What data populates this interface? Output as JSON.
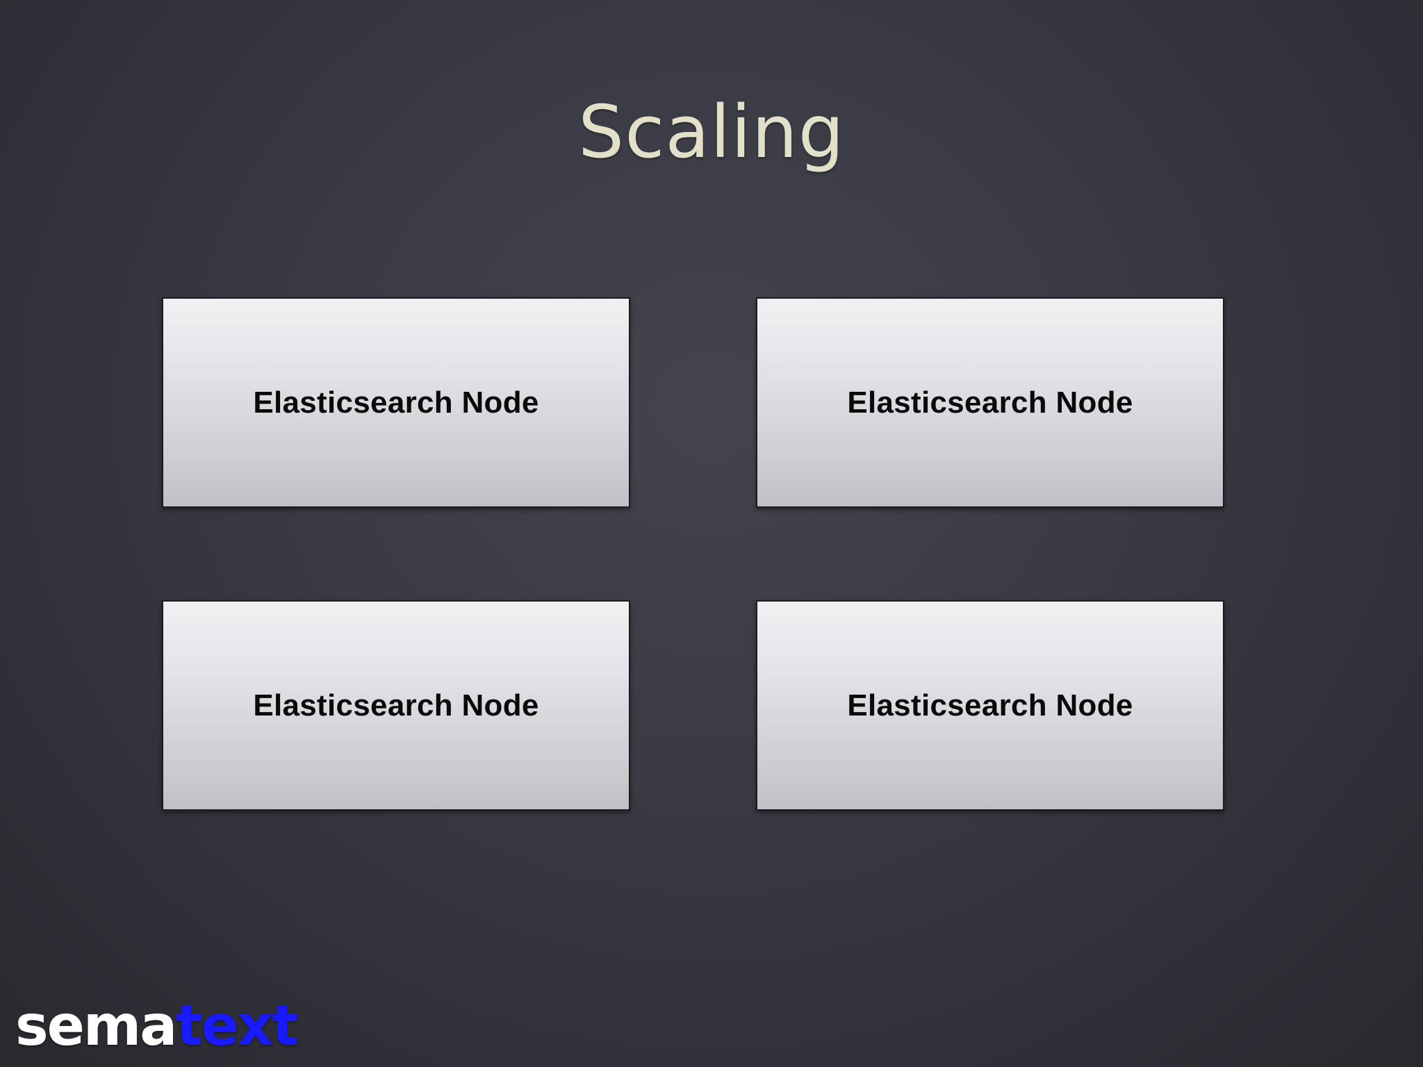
{
  "slide": {
    "title": "Scaling"
  },
  "diagram": {
    "nodes": [
      {
        "label": "Elasticsearch Node"
      },
      {
        "label": "Elasticsearch Node"
      },
      {
        "label": "Elasticsearch Node"
      },
      {
        "label": "Elasticsearch Node"
      }
    ]
  },
  "logo": {
    "part1": "sema",
    "part2": "text",
    "colors": {
      "part1": "#ffffff",
      "part2": "#1a1aff"
    }
  },
  "colors": {
    "background": "#393943",
    "title": "#e3e0c9",
    "node_fill": "#e3e2e6",
    "node_border": "#1c1c20",
    "node_text": "#0a0a0a"
  }
}
